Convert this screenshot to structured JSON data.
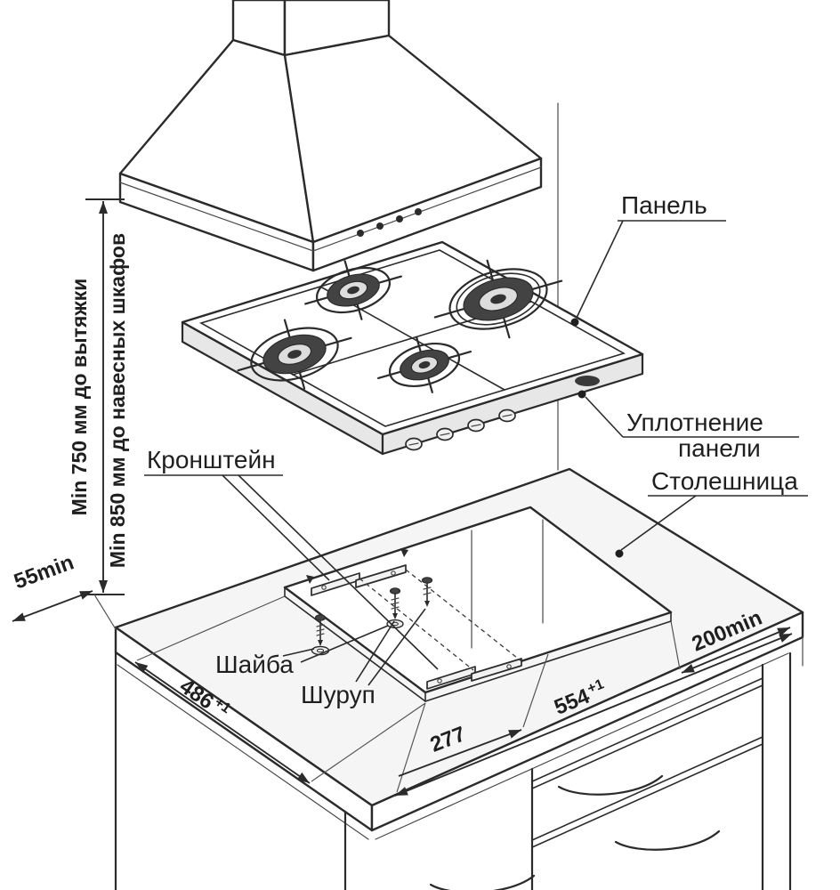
{
  "figure": {
    "type": "installation-diagram",
    "subject": "gas-hob-with-hood-and-countertop-cutout",
    "background": "#ffffff",
    "line_color": "#2b2b2b"
  },
  "callouts": {
    "panel": "Панель",
    "seal_line1": "Уплотнение",
    "seal_line2": "панели",
    "countertop": "Столешница",
    "bracket": "Кронштейн",
    "washer": "Шайба",
    "screw": "Шуруп"
  },
  "dimensions": {
    "min_hood_clearance": "Min 750 мм до вытяжки",
    "min_cabinet_clearance": "Min 850 мм до навесных шкафов",
    "side_min": "55min",
    "rear_min": "200min",
    "cutout_depth_value": "486",
    "cutout_depth_tol": "+1",
    "cutout_width_value": "554",
    "cutout_width_tol": "+1",
    "cutout_half_width": "277"
  }
}
